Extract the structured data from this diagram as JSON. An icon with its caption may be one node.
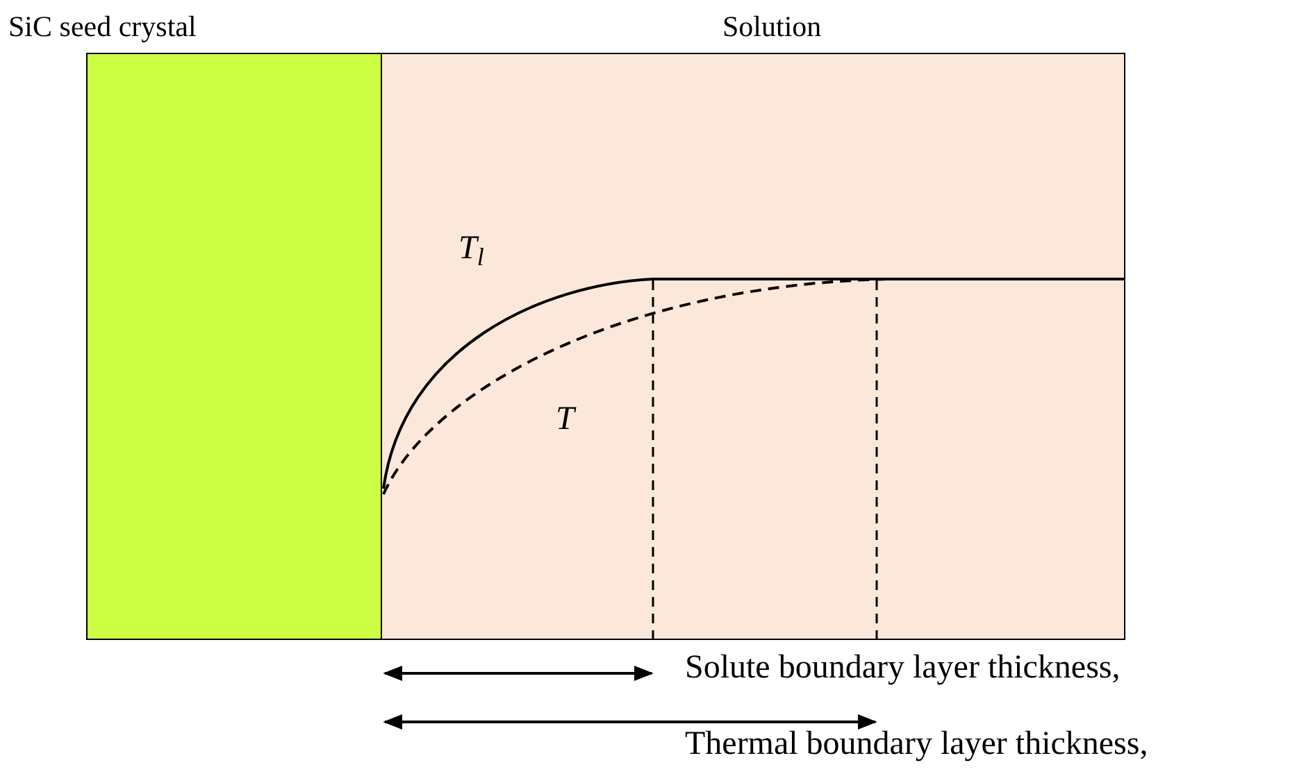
{
  "diagram": {
    "nodes": [
      {
        "text": [
          "SiC seed crystal"
        ]
      },
      {
        "text": [
          "Solution"
        ]
      }
    ],
    "labels": [
      "T$_{l}$",
      "T",
      "Solute boundary layer thickness,",
      "Thermal boundary layer thickness,"
    ]
  }
}
